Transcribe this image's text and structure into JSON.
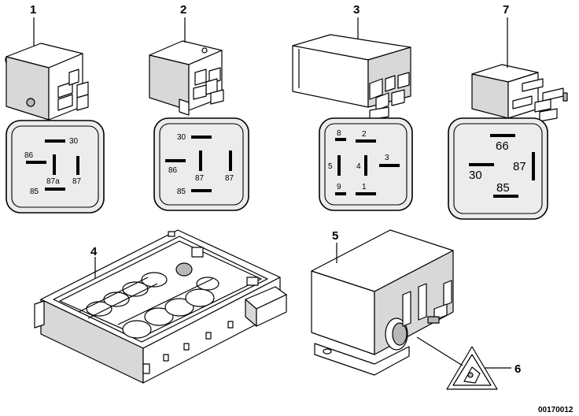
{
  "diagram": {
    "doc_number": "00170012",
    "callouts": {
      "c1": "1",
      "c2": "2",
      "c3": "3",
      "c4": "4",
      "c5": "5",
      "c6": "6",
      "c7": "7"
    },
    "relay1_pins": {
      "p30": "30",
      "p86": "86",
      "p87a": "87a",
      "p87": "87",
      "p85": "85"
    },
    "relay2_pins": {
      "p30": "30",
      "p86": "86",
      "p87": "87",
      "p87b": "87",
      "p85": "85"
    },
    "relay3_pins": {
      "p8": "8",
      "p2": "2",
      "p5": "5",
      "p4": "4",
      "p3": "3",
      "p9": "9",
      "p1": "1"
    },
    "relay7_pins": {
      "p66": "66",
      "p30": "30",
      "p87": "87",
      "p85": "85"
    }
  }
}
